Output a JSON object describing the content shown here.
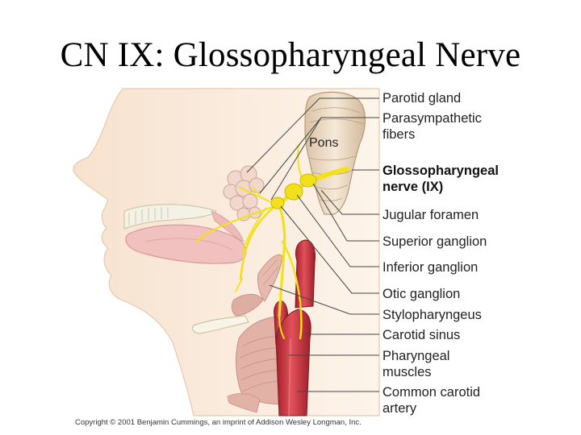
{
  "title": "CN IX: Glossopharyngeal Nerve",
  "diagram_text": {
    "pons": "Pons"
  },
  "labels": {
    "parotid_gland": "Parotid gland",
    "parasympathetic_fibers_1": "Parasympathetic",
    "parasympathetic_fibers_2": "fibers",
    "glossopharyngeal_1": "Glossopharyngeal",
    "glossopharyngeal_2": "nerve (IX)",
    "jugular_foramen": "Jugular foramen",
    "superior_ganglion": "Superior ganglion",
    "inferior_ganglion": "Inferior ganglion",
    "otic_ganglion": "Otic ganglion",
    "stylopharyngeus": "Stylopharyngeus",
    "carotid_sinus": "Carotid sinus",
    "pharyngeal_muscles_1": "Pharyngeal",
    "pharyngeal_muscles_2": "muscles",
    "common_carotid_1": "Common carotid",
    "common_carotid_2": "artery"
  },
  "copyright": "Copyright © 2001 Benjamin Cummings, an imprint of Addison Wesley Longman, Inc.",
  "colors": {
    "skin": "#fbeee0",
    "nerve": "#f0e11e",
    "artery": "#c8323c",
    "muscle": "#e2b0a6",
    "brainstem": "#eedcc6"
  }
}
